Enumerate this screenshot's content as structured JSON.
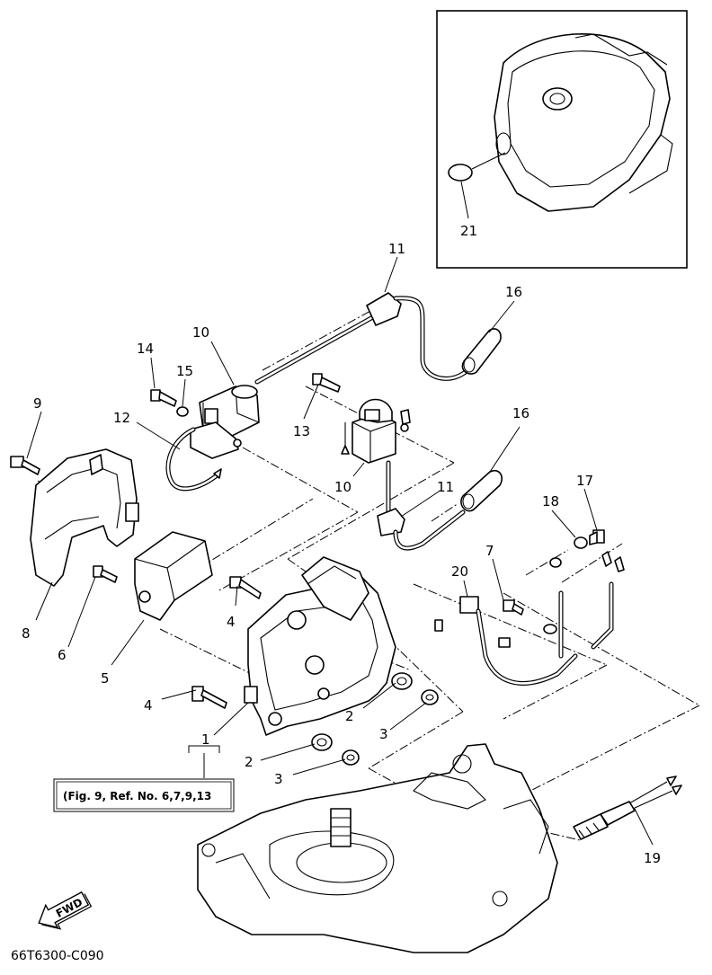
{
  "callouts": {
    "c1": "1",
    "c2a": "2",
    "c2b": "2",
    "c3a": "3",
    "c3b": "3",
    "c4a": "4",
    "c4b": "4",
    "c5": "5",
    "c6": "6",
    "c7": "7",
    "c8": "8",
    "c9": "9",
    "c10a": "10",
    "c10b": "10",
    "c11a": "11",
    "c11b": "11",
    "c12": "12",
    "c13": "13",
    "c14": "14",
    "c15": "15",
    "c16a": "16",
    "c16b": "16",
    "c17": "17",
    "c18": "18",
    "c19": "19",
    "c20": "20",
    "c21": "21"
  },
  "note": {
    "text": "(Fig. 9, Ref. No. 6,7,9,13"
  },
  "fwd": {
    "label": "FWD"
  },
  "drawing_code": "66T6300-C090"
}
